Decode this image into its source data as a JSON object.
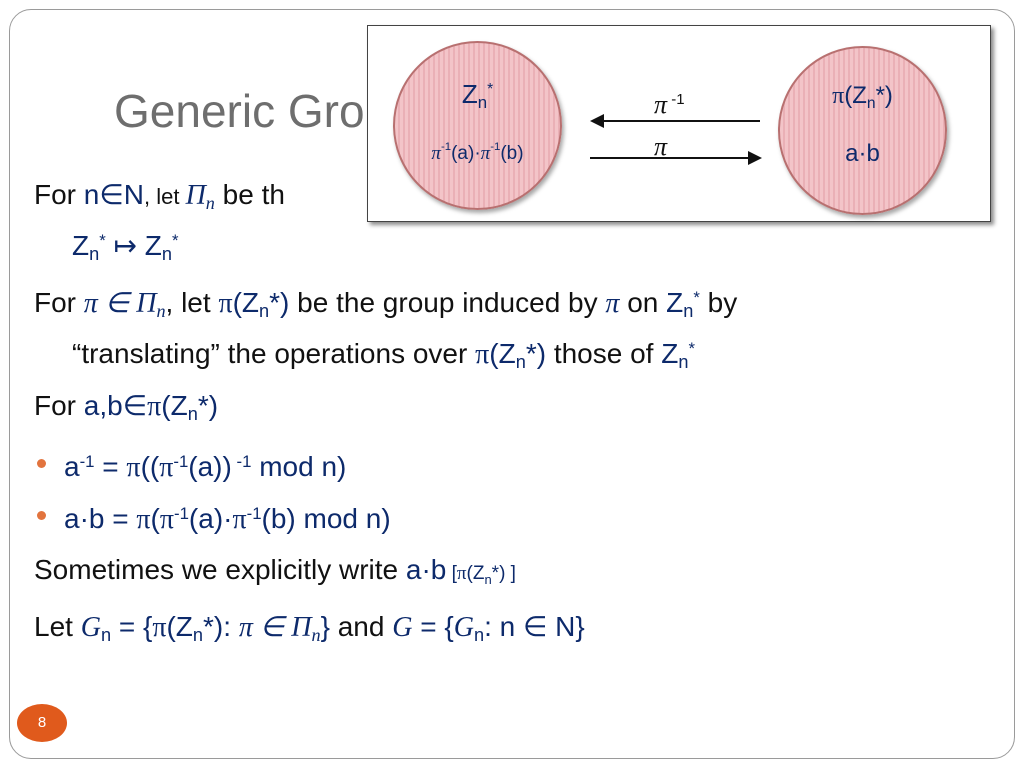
{
  "slide": {
    "title": "Generic Group",
    "page_number": "8"
  },
  "diagram": {
    "left_circle": {
      "z": "Z",
      "n": "n",
      "star": "*",
      "pi": "π",
      "exp": "-1",
      "a": "(a)·",
      "b": "(b)"
    },
    "right_circle": {
      "pi": "π",
      "open": "(Z",
      "n": "n",
      "star_close": "*)",
      "ab": "a·b"
    },
    "arrow_top_label": {
      "pi": "π",
      "exp": " -1"
    },
    "arrow_bottom_label": "π"
  },
  "content": {
    "l1": {
      "for": "For ",
      "n": "n",
      "in": "∈",
      "N": "N",
      "comma_let": ", let ",
      "Pi": "Π",
      "sub": "n",
      "rest": " be th"
    },
    "l2": {
      "z1": "Z",
      "n1": "n",
      "star1": "*",
      "map": " ↦ ",
      "z2": "Z",
      "n2": "n",
      "star2": "*"
    },
    "l3": {
      "for": "For ",
      "pi": "π",
      "in": " ∈ ",
      "Pi": "Π",
      "sub": "n",
      "let": ", let ",
      "pi2": "π",
      "zopen": "(Z",
      "n": "n",
      "close": "*)",
      "rest": " be the group induced by ",
      "pi3": "π",
      "on": " on ",
      "z": "Z",
      "n2": "n",
      "star": "*",
      "by": " by"
    },
    "l4": {
      "text": "“translating” the operations over ",
      "pi": "π",
      "zopen": "(Z",
      "n": "n",
      "close": "*)",
      "those": " those of ",
      "z": "Z",
      "n2": "n",
      "star": "*"
    },
    "l5": {
      "for": "For ",
      "ab": "a,b",
      "in": "∈",
      "pi": "π",
      "zopen": "(Z",
      "n": "n",
      "close": "*)"
    },
    "b1": {
      "a": "a",
      "exp": "-1",
      "eq": " = ",
      "pi": "π",
      "open": "((",
      "pi2": "π",
      "exp2": "-1",
      "mid": "(a))",
      "exp3": " -1",
      "rest": " mod n)"
    },
    "b2": {
      "ab": "a·b = ",
      "pi": "π",
      "open": "(",
      "pi2": "π",
      "exp": "-1",
      "mid": "(a)·",
      "pi3": "π",
      "exp2": "-1",
      "rest": "(b) mod n)"
    },
    "l6": {
      "text": "Sometimes we explicitly write ",
      "ab": "a·b",
      "bopen": " [",
      "pi": "π",
      "zopen": "(Z",
      "n": "n",
      "bclose": "*) ]"
    },
    "l7": {
      "let": "Let ",
      "G": "G",
      "n": "n",
      "eq": " = {",
      "pi": "π",
      "zopen": "(Z",
      "n2": "n",
      "close": "*): ",
      "pi2": "π",
      "in": " ∈ ",
      "Pi": "Π",
      "sub": "n",
      "brace": "}",
      "and": " and ",
      "G2": "G",
      "eq2": " = {",
      "G3": "G",
      "n3": "n",
      "colon": ": n ",
      "in2": "∈",
      "N": " N}"
    }
  }
}
